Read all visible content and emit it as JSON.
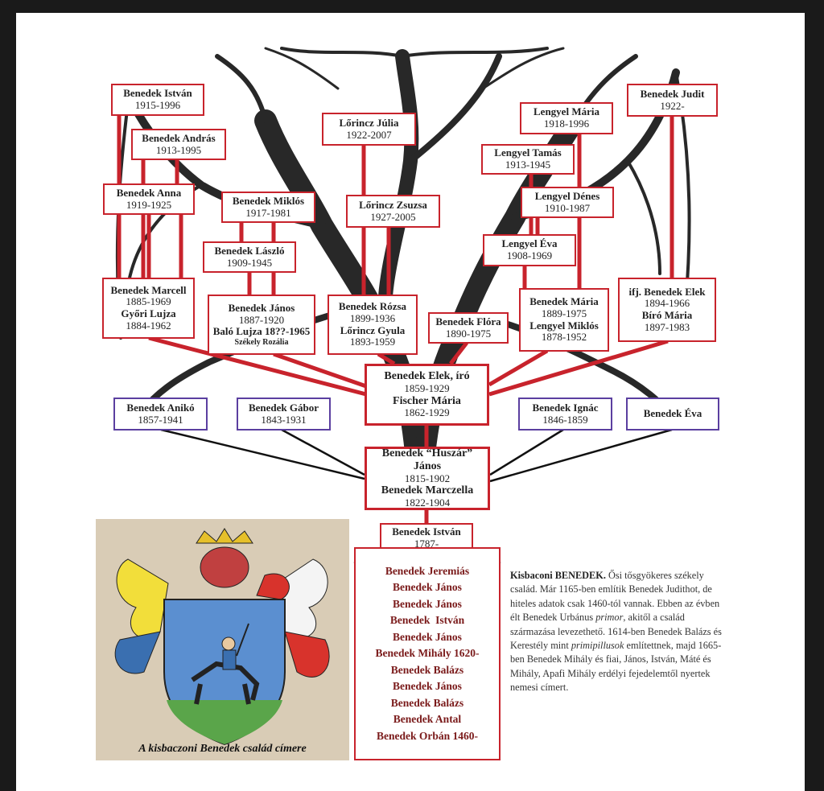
{
  "boxes": [
    {
      "id": "istvan1915",
      "lines": [
        [
          "Benedek István",
          "nm"
        ],
        [
          "1915-1996",
          "dt"
        ]
      ]
    },
    {
      "id": "andras",
      "lines": [
        [
          "Benedek András",
          "nm"
        ],
        [
          "1913-1995",
          "dt"
        ]
      ]
    },
    {
      "id": "anna",
      "lines": [
        [
          "Benedek Anna",
          "nm"
        ],
        [
          "1919-1925",
          "dt"
        ]
      ]
    },
    {
      "id": "miklos",
      "lines": [
        [
          "Benedek Miklós",
          "nm"
        ],
        [
          "1917-1981",
          "dt"
        ]
      ]
    },
    {
      "id": "laszlo",
      "lines": [
        [
          "Benedek László",
          "nm"
        ],
        [
          "1909-1945",
          "dt"
        ]
      ]
    },
    {
      "id": "julia",
      "lines": [
        [
          "Lőrincz Júlia",
          "nm"
        ],
        [
          "1922-2007",
          "dt"
        ]
      ]
    },
    {
      "id": "zsuzsa",
      "lines": [
        [
          "Lőrincz Zsuzsa",
          "nm"
        ],
        [
          "1927-2005",
          "dt"
        ]
      ]
    },
    {
      "id": "lmaria",
      "lines": [
        [
          "Lengyel Mária",
          "nm"
        ],
        [
          "1918-1996",
          "dt"
        ]
      ]
    },
    {
      "id": "judit",
      "lines": [
        [
          "Benedek Judit",
          "nm"
        ],
        [
          "1922-",
          "dt"
        ]
      ]
    },
    {
      "id": "tamas",
      "lines": [
        [
          "Lengyel Tamás",
          "nm"
        ],
        [
          "1913-1945",
          "dt"
        ]
      ]
    },
    {
      "id": "denes",
      "lines": [
        [
          "Lengyel Dénes",
          "nm"
        ],
        [
          "1910-1987",
          "dt"
        ]
      ]
    },
    {
      "id": "eva1908",
      "lines": [
        [
          "Lengyel Éva",
          "nm"
        ],
        [
          "1908-1969",
          "dt"
        ]
      ]
    },
    {
      "id": "marcell",
      "lines": [
        [
          "Benedek Marcell",
          "nm"
        ],
        [
          "1885-1969",
          "dt"
        ],
        [
          "Győri Lujza",
          "nm"
        ],
        [
          "1884-1962",
          "dt"
        ]
      ]
    },
    {
      "id": "janos1887",
      "lines": [
        [
          "Benedek János",
          "nm"
        ],
        [
          "1887-1920",
          "dt"
        ],
        [
          "Baló Lujza 18??-1965",
          "nm"
        ],
        [
          "Székely Rozália",
          "sm"
        ]
      ]
    },
    {
      "id": "rozsa",
      "lines": [
        [
          "Benedek Rózsa",
          "nm"
        ],
        [
          "1899-1936",
          "dt"
        ],
        [
          "Lőrincz Gyula",
          "nm"
        ],
        [
          "1893-1959",
          "dt"
        ]
      ]
    },
    {
      "id": "flora",
      "lines": [
        [
          "Benedek Flóra",
          "nm"
        ],
        [
          "1890-1975",
          "dt"
        ]
      ]
    },
    {
      "id": "bmaria",
      "lines": [
        [
          "Benedek Mária",
          "nm"
        ],
        [
          "1889-1975",
          "dt"
        ],
        [
          "Lengyel Miklós",
          "nm"
        ],
        [
          "1878-1952",
          "dt"
        ]
      ]
    },
    {
      "id": "ifjelek",
      "lines": [
        [
          "ifj. Benedek Elek",
          "nm"
        ],
        [
          "1894-1966",
          "dt"
        ],
        [
          "Bíró Mária",
          "nm"
        ],
        [
          "1897-1983",
          "dt"
        ]
      ]
    },
    {
      "id": "elek",
      "lines": [
        [
          "Benedek Elek, író",
          "nm"
        ],
        [
          "1859-1929",
          "dt"
        ],
        [
          "Fischer Mária",
          "nm"
        ],
        [
          "1862-1929",
          "dt"
        ]
      ]
    },
    {
      "id": "aniko",
      "lines": [
        [
          "Benedek Anikó",
          "nm"
        ],
        [
          "1857-1941",
          "dt"
        ]
      ]
    },
    {
      "id": "gabor",
      "lines": [
        [
          "Benedek Gábor",
          "nm"
        ],
        [
          "1843-1931",
          "dt"
        ]
      ]
    },
    {
      "id": "ignac",
      "lines": [
        [
          "Benedek Ignác",
          "nm"
        ],
        [
          "1846-1859",
          "dt"
        ]
      ]
    },
    {
      "id": "eva",
      "lines": [
        [
          "Benedek Éva",
          "nm"
        ]
      ]
    },
    {
      "id": "huszar",
      "lines": [
        [
          "Benedek “Huszár” János",
          "nm"
        ],
        [
          "1815-1902",
          "dt"
        ],
        [
          "Benedek Marczella",
          "nm"
        ],
        [
          "1822-1904",
          "dt"
        ]
      ]
    },
    {
      "id": "istvan1787",
      "lines": [
        [
          "Benedek István",
          "nm"
        ],
        [
          "1787-",
          "dt"
        ]
      ]
    }
  ],
  "ancestors": [
    "Benedek Jeremiás",
    "Benedek János",
    "Benedek János",
    "Benedek  István",
    "Benedek János",
    "Benedek Mihály 1620-",
    "Benedek Balázs",
    "Benedek János",
    "Benedek Balázs",
    "Benedek Antal",
    "Benedek Orbán 1460-"
  ],
  "coat_caption": "A kisbaczoni Benedek család címere",
  "paragraph": {
    "title": "Kisbaconi BENEDEK.",
    "t1": " Ősi tősgyökeres székely család. Már 1165-ben említik Benedek Judithot, de hiteles adatok csak 1460-tól vannak. Ebben az évben élt Benedek Urbánus ",
    "i1": "primor",
    "t2": ", akitől a család származása levezethető. 1614-ben Benedek Balázs és Kerestély mint ",
    "i2": "primipillusok",
    "t3": " említettnek, majd 1665-ben Benedek Mihály és fiai, János, István, Máté és Mihály, Apafi Mihály erdélyi fejedelemtől nyertek nemesi címert."
  },
  "colors": {
    "red": "#c8232c",
    "purple": "#5b3fa0",
    "list_text": "#7a1a1a"
  }
}
